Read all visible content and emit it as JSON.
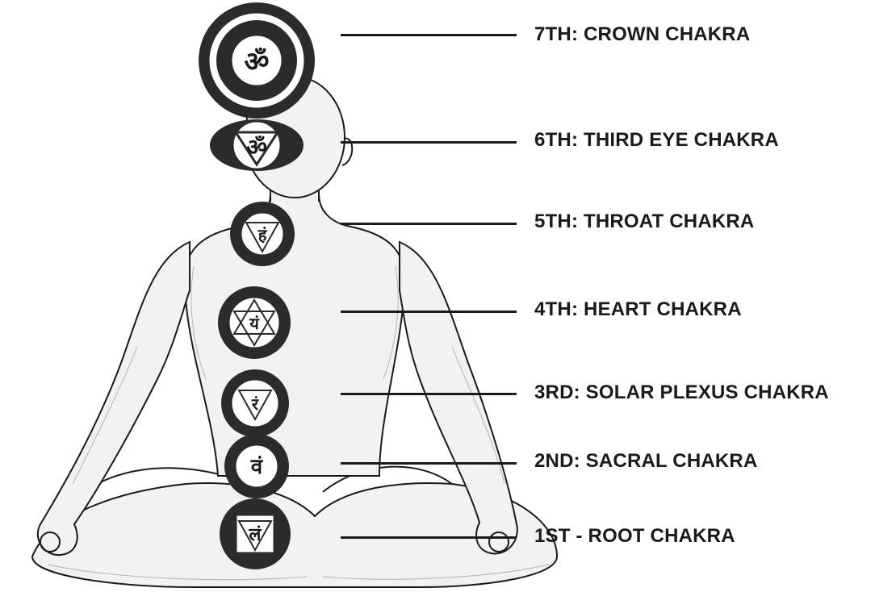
{
  "colors": {
    "ink": "#1a1a1a",
    "skin": "#f2f2f2",
    "shade": "#cfcfcf",
    "emblem": "#2b2b2b",
    "paper": "#ffffff"
  },
  "chakras": [
    {
      "label": "7TH: CROWN CHAKRA",
      "glyph": "ॐ",
      "icon": "crown-chakra-lotus-icon"
    },
    {
      "label": "6TH: THIRD EYE CHAKRA",
      "glyph": "ॐ",
      "icon": "third-eye-chakra-icon"
    },
    {
      "label": "5TH: THROAT CHAKRA",
      "glyph": "हं",
      "icon": "throat-chakra-icon"
    },
    {
      "label": "4TH: HEART CHAKRA",
      "glyph": "यं",
      "icon": "heart-chakra-icon"
    },
    {
      "label": "3RD: SOLAR PLEXUS CHAKRA",
      "glyph": "रं",
      "icon": "solar-plexus-chakra-icon"
    },
    {
      "label": "2ND: SACRAL CHAKRA",
      "glyph": "वं",
      "icon": "sacral-chakra-icon"
    },
    {
      "label": "1ST - ROOT CHAKRA",
      "glyph": "लं",
      "icon": "root-chakra-icon"
    }
  ]
}
